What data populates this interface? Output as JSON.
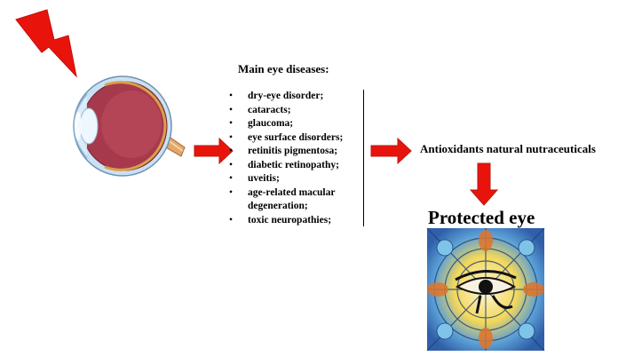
{
  "diagram": {
    "heading": "Main eye diseases:",
    "diseases": [
      "dry-eye disorder;",
      "cataracts;",
      "glaucoma;",
      "eye surface disorders;",
      "retinitis pigmentosa;",
      "diabetic retinopathy;",
      "uveitis;",
      "age-related macular degeneration;",
      "toxic neuropathies;"
    ],
    "treatment": "Antioxidants natural nutraceuticals",
    "outcome": "Protected eye"
  },
  "colors": {
    "arrow_fill": "#e8140c",
    "arrow_stroke": "#b81a10",
    "eyeball": "#a63a4c",
    "sclera": "#c9e2f3",
    "nerve": "#e7a56a"
  }
}
